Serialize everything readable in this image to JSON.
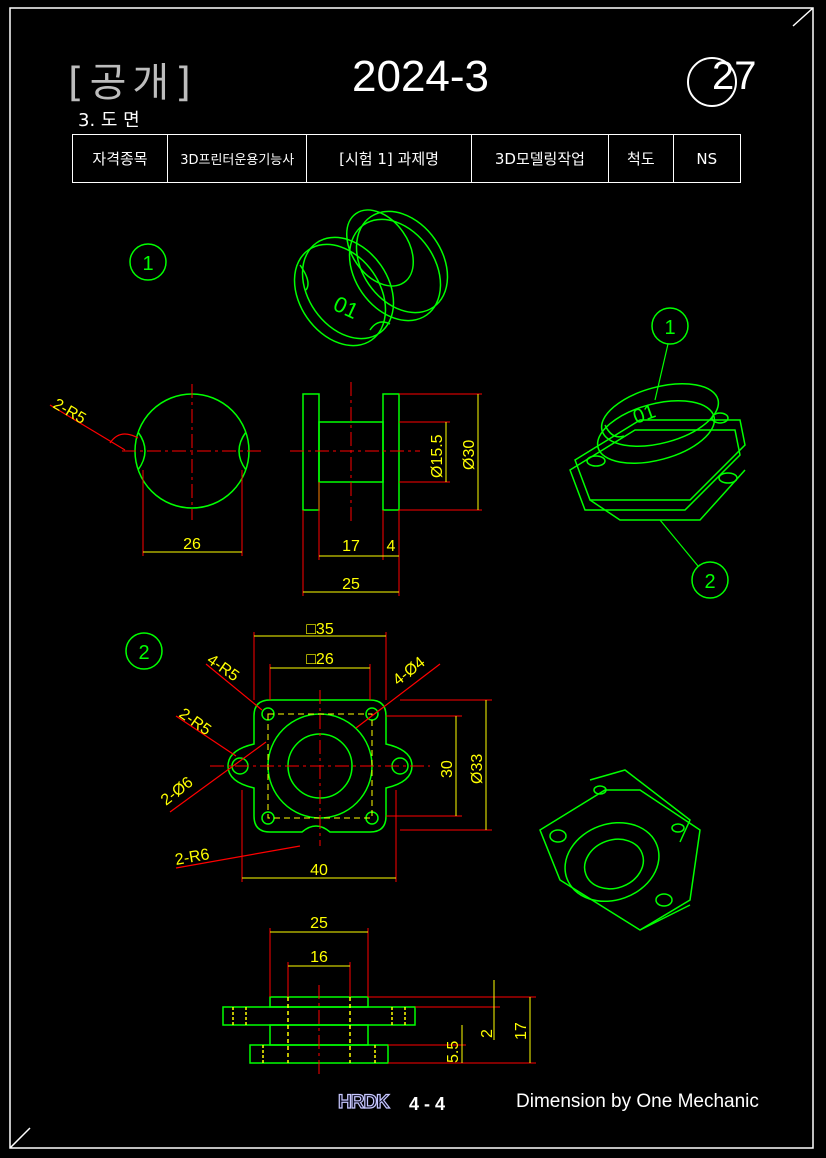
{
  "header": {
    "open_label": "[공개]",
    "exam_number": "2024-3",
    "page_number": "27",
    "section_title": "3. 도 면"
  },
  "info_table": [
    "자격종목",
    "3D프린터운용기능사",
    "[시험 1] 과제명",
    "3D모델링작업",
    "척도",
    "NS"
  ],
  "part_markers": {
    "part1": "1",
    "part2": "2",
    "assembly_1": "1",
    "assembly_2": "2"
  },
  "part_engraving": "01",
  "dimensions": {
    "p1_radius": "2-R5",
    "p1_width": "26",
    "p1_dia_inner": "Ø15.5",
    "p1_dia_outer": "Ø30",
    "p1_length_mid": "17",
    "p1_length_flange": "4",
    "p1_length_total": "25",
    "p2_square_outer": "□35",
    "p2_square_inner": "□26",
    "p2_corner_radius": "4-R5",
    "p2_corner_holes": "4-Ø4",
    "p2_ear_radius": "2-R5",
    "p2_ear_holes": "2-Ø6",
    "p2_notch_radius": "2-R6",
    "p2_bore_height": "30",
    "p2_outer_dia": "Ø33",
    "p2_width": "40",
    "side_top_width": "25",
    "side_inner_width": "16",
    "side_gap": "2",
    "side_lower": "5.5",
    "side_total": "17"
  },
  "footer": {
    "logo": "HRDK",
    "page": "4 - 4",
    "credit": "Dimension by One Mechanic"
  },
  "colors": {
    "background": "#000000",
    "outline": "#00ff00",
    "dimension": "#ffff00",
    "centerline": "#ff0000",
    "border": "#ffffff"
  }
}
